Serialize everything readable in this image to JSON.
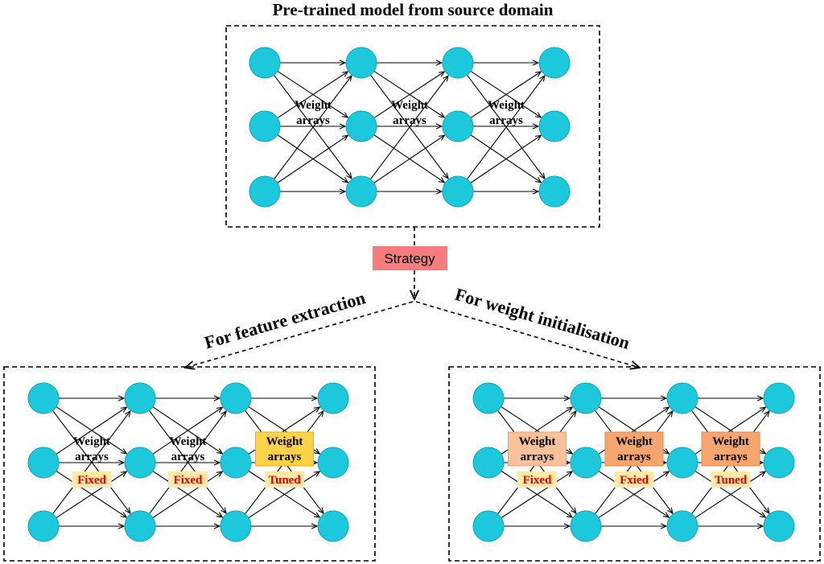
{
  "title": "Pre-trained model from source domain",
  "strategy": "Strategy",
  "branches": {
    "left": "For feature extraction",
    "right": "For weight initialisation"
  },
  "weight_label_line1": "Weight",
  "weight_label_line2": "arrays",
  "colors": {
    "node_fill": "#1ec8dc",
    "node_stroke": "#0aa6b8",
    "strategy_fill": "#f47c7c",
    "tag_fill": "#ffe9a6",
    "tuned_box_fill": "#ffd24a",
    "orange_box_fill": "#f5a66e",
    "orange_box_light": "#f8c19a",
    "tag_text": "#e00000"
  },
  "panels": [
    {
      "id": "source",
      "layers": 4,
      "nodes_per_layer": 3,
      "weights": [
        {
          "boxed": false,
          "tag": ""
        },
        {
          "boxed": false,
          "tag": ""
        },
        {
          "boxed": false,
          "tag": ""
        }
      ]
    },
    {
      "id": "feature-extraction",
      "layers": 4,
      "nodes_per_layer": 3,
      "weights": [
        {
          "boxed": false,
          "tag": "Fixed"
        },
        {
          "boxed": false,
          "tag": "Fixed"
        },
        {
          "boxed": "yellow",
          "tag": "Tuned"
        }
      ]
    },
    {
      "id": "weight-initialisation",
      "layers": 4,
      "nodes_per_layer": 3,
      "weights": [
        {
          "boxed": "orange-light",
          "tag": "Fixed"
        },
        {
          "boxed": "orange",
          "tag": "Fxied"
        },
        {
          "boxed": "orange",
          "tag": "Tuned"
        }
      ]
    }
  ]
}
